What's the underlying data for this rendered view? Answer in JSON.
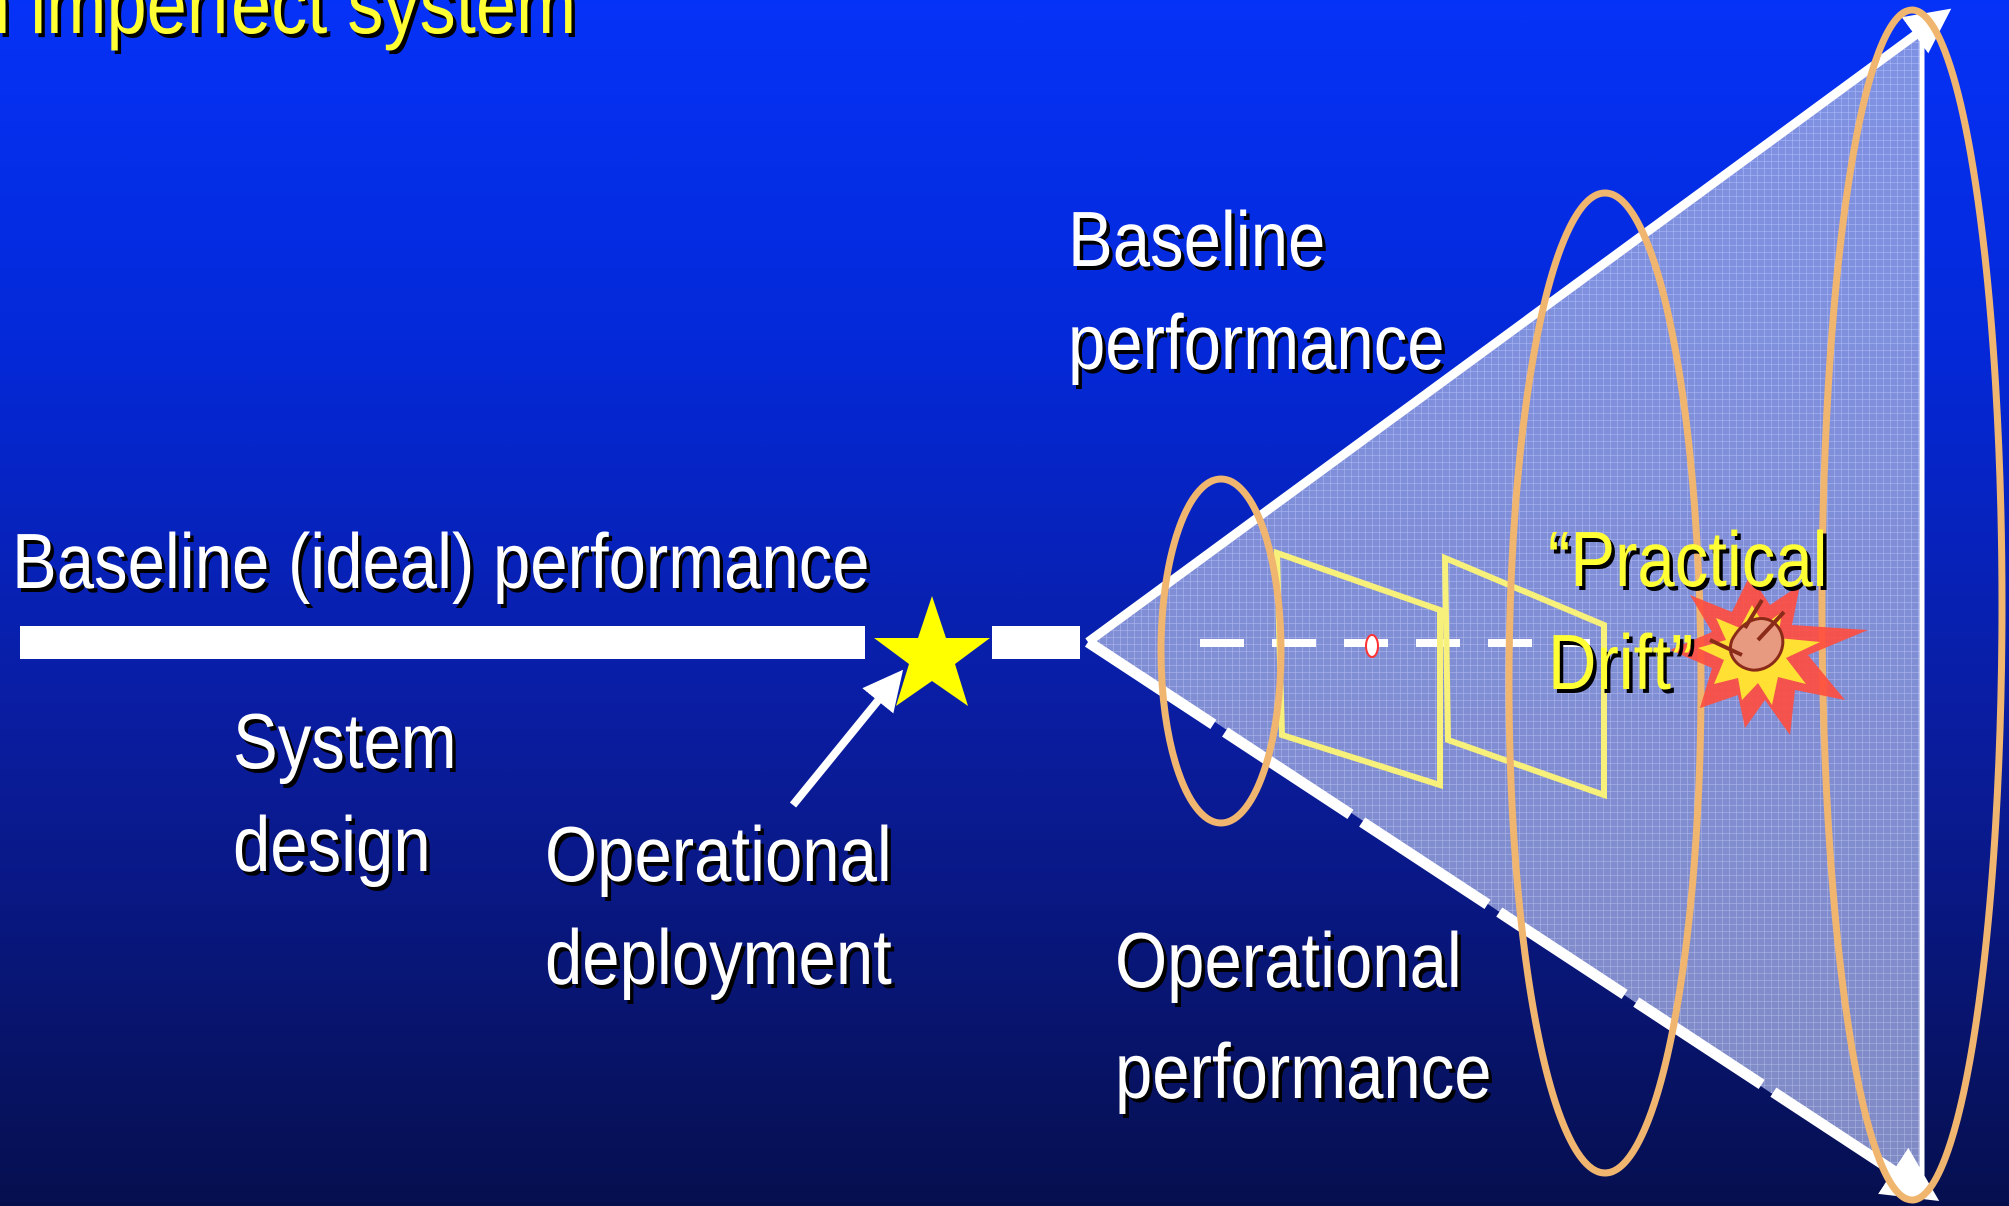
{
  "slide": {
    "title_fragment": "n imperfect system"
  },
  "labels": {
    "baseline_ideal": "Baseline (ideal) performance",
    "system_design": [
      "System",
      "design"
    ],
    "operational_deployment": [
      "Operational",
      "deployment"
    ],
    "baseline_performance": [
      "Baseline",
      "performance"
    ],
    "operational_performance": [
      "Operational",
      "performance"
    ],
    "practical_drift": [
      "“Practical",
      "Drift”"
    ]
  },
  "icons": {
    "deployment_marker": "star-icon",
    "drift_marker": "explosion-icon"
  },
  "colors": {
    "background_top": "#0532f7",
    "background_bottom": "#060f4e",
    "text": "#ffffff",
    "highlight": "#ffff33",
    "ellipse": "#f0b670",
    "drift_box": "#f7f07a",
    "cone_fill": "#a9b4e6",
    "star": "#ffff00",
    "burst": "#ff4d3d"
  }
}
